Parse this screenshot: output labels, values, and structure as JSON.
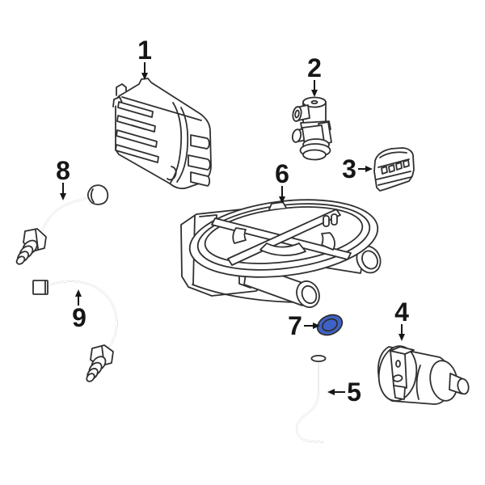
{
  "diagram": {
    "background_color": "#ffffff",
    "line_color": "#303030",
    "label_color": "#161616",
    "highlight": {
      "fill": "#3f62c8",
      "stroke": "#131c3f"
    },
    "callouts": [
      {
        "number": "1"
      },
      {
        "number": "2"
      },
      {
        "number": "3"
      },
      {
        "number": "4"
      },
      {
        "number": "5"
      },
      {
        "number": "6"
      },
      {
        "number": "7"
      },
      {
        "number": "8"
      },
      {
        "number": "9"
      }
    ]
  }
}
